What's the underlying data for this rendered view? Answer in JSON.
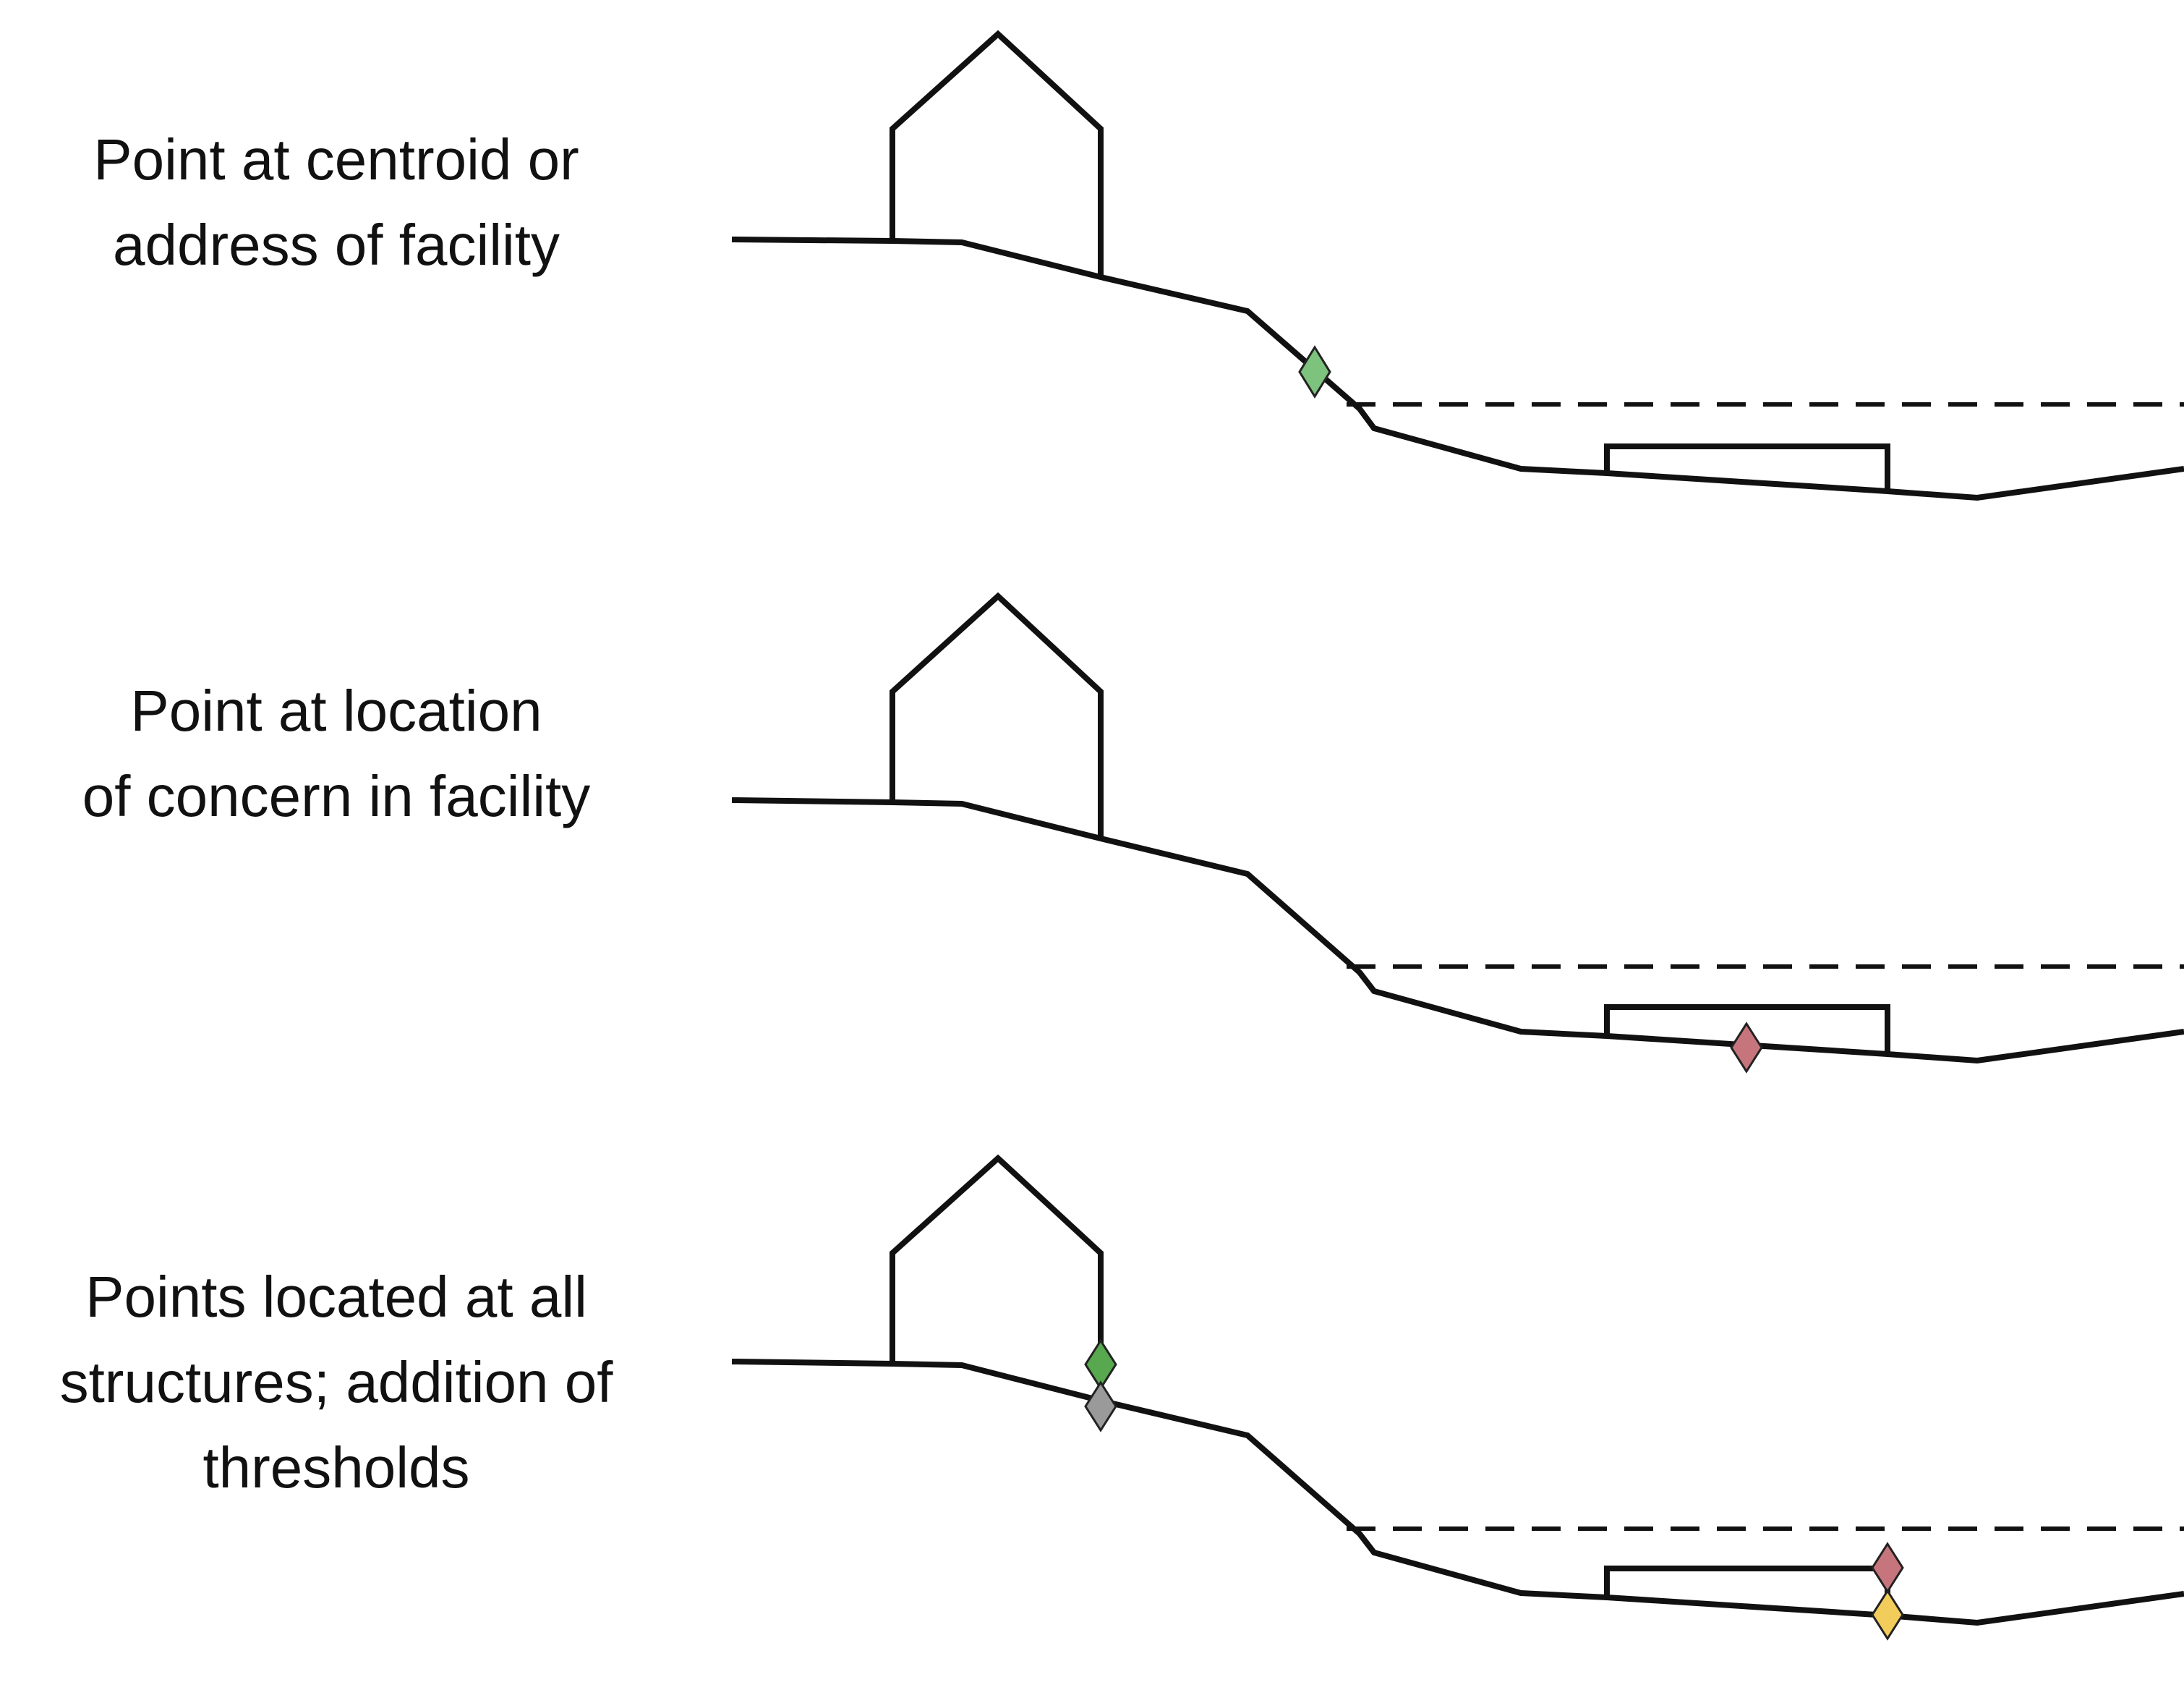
{
  "panels": [
    {
      "label_lines": [
        "Point at centroid or",
        "address of facility"
      ],
      "points": [
        {
          "color": "#7dc27d",
          "placement": "slope-midpoint"
        }
      ]
    },
    {
      "label_lines": [
        "Point at location",
        "of concern in facility"
      ],
      "points": [
        {
          "color": "#c7757c",
          "placement": "tank-bottom-middle"
        }
      ]
    },
    {
      "label_lines": [
        "Points located at all",
        "structures; addition of",
        "thresholds"
      ],
      "points": [
        {
          "color": "#57a84e",
          "placement": "house-right-wall"
        },
        {
          "color": "#9a9a9a",
          "placement": "house-right-base"
        },
        {
          "color": "#c7757c",
          "placement": "tank-top-right"
        },
        {
          "color": "#f2cd5c",
          "placement": "tank-bottom-right"
        }
      ]
    }
  ]
}
